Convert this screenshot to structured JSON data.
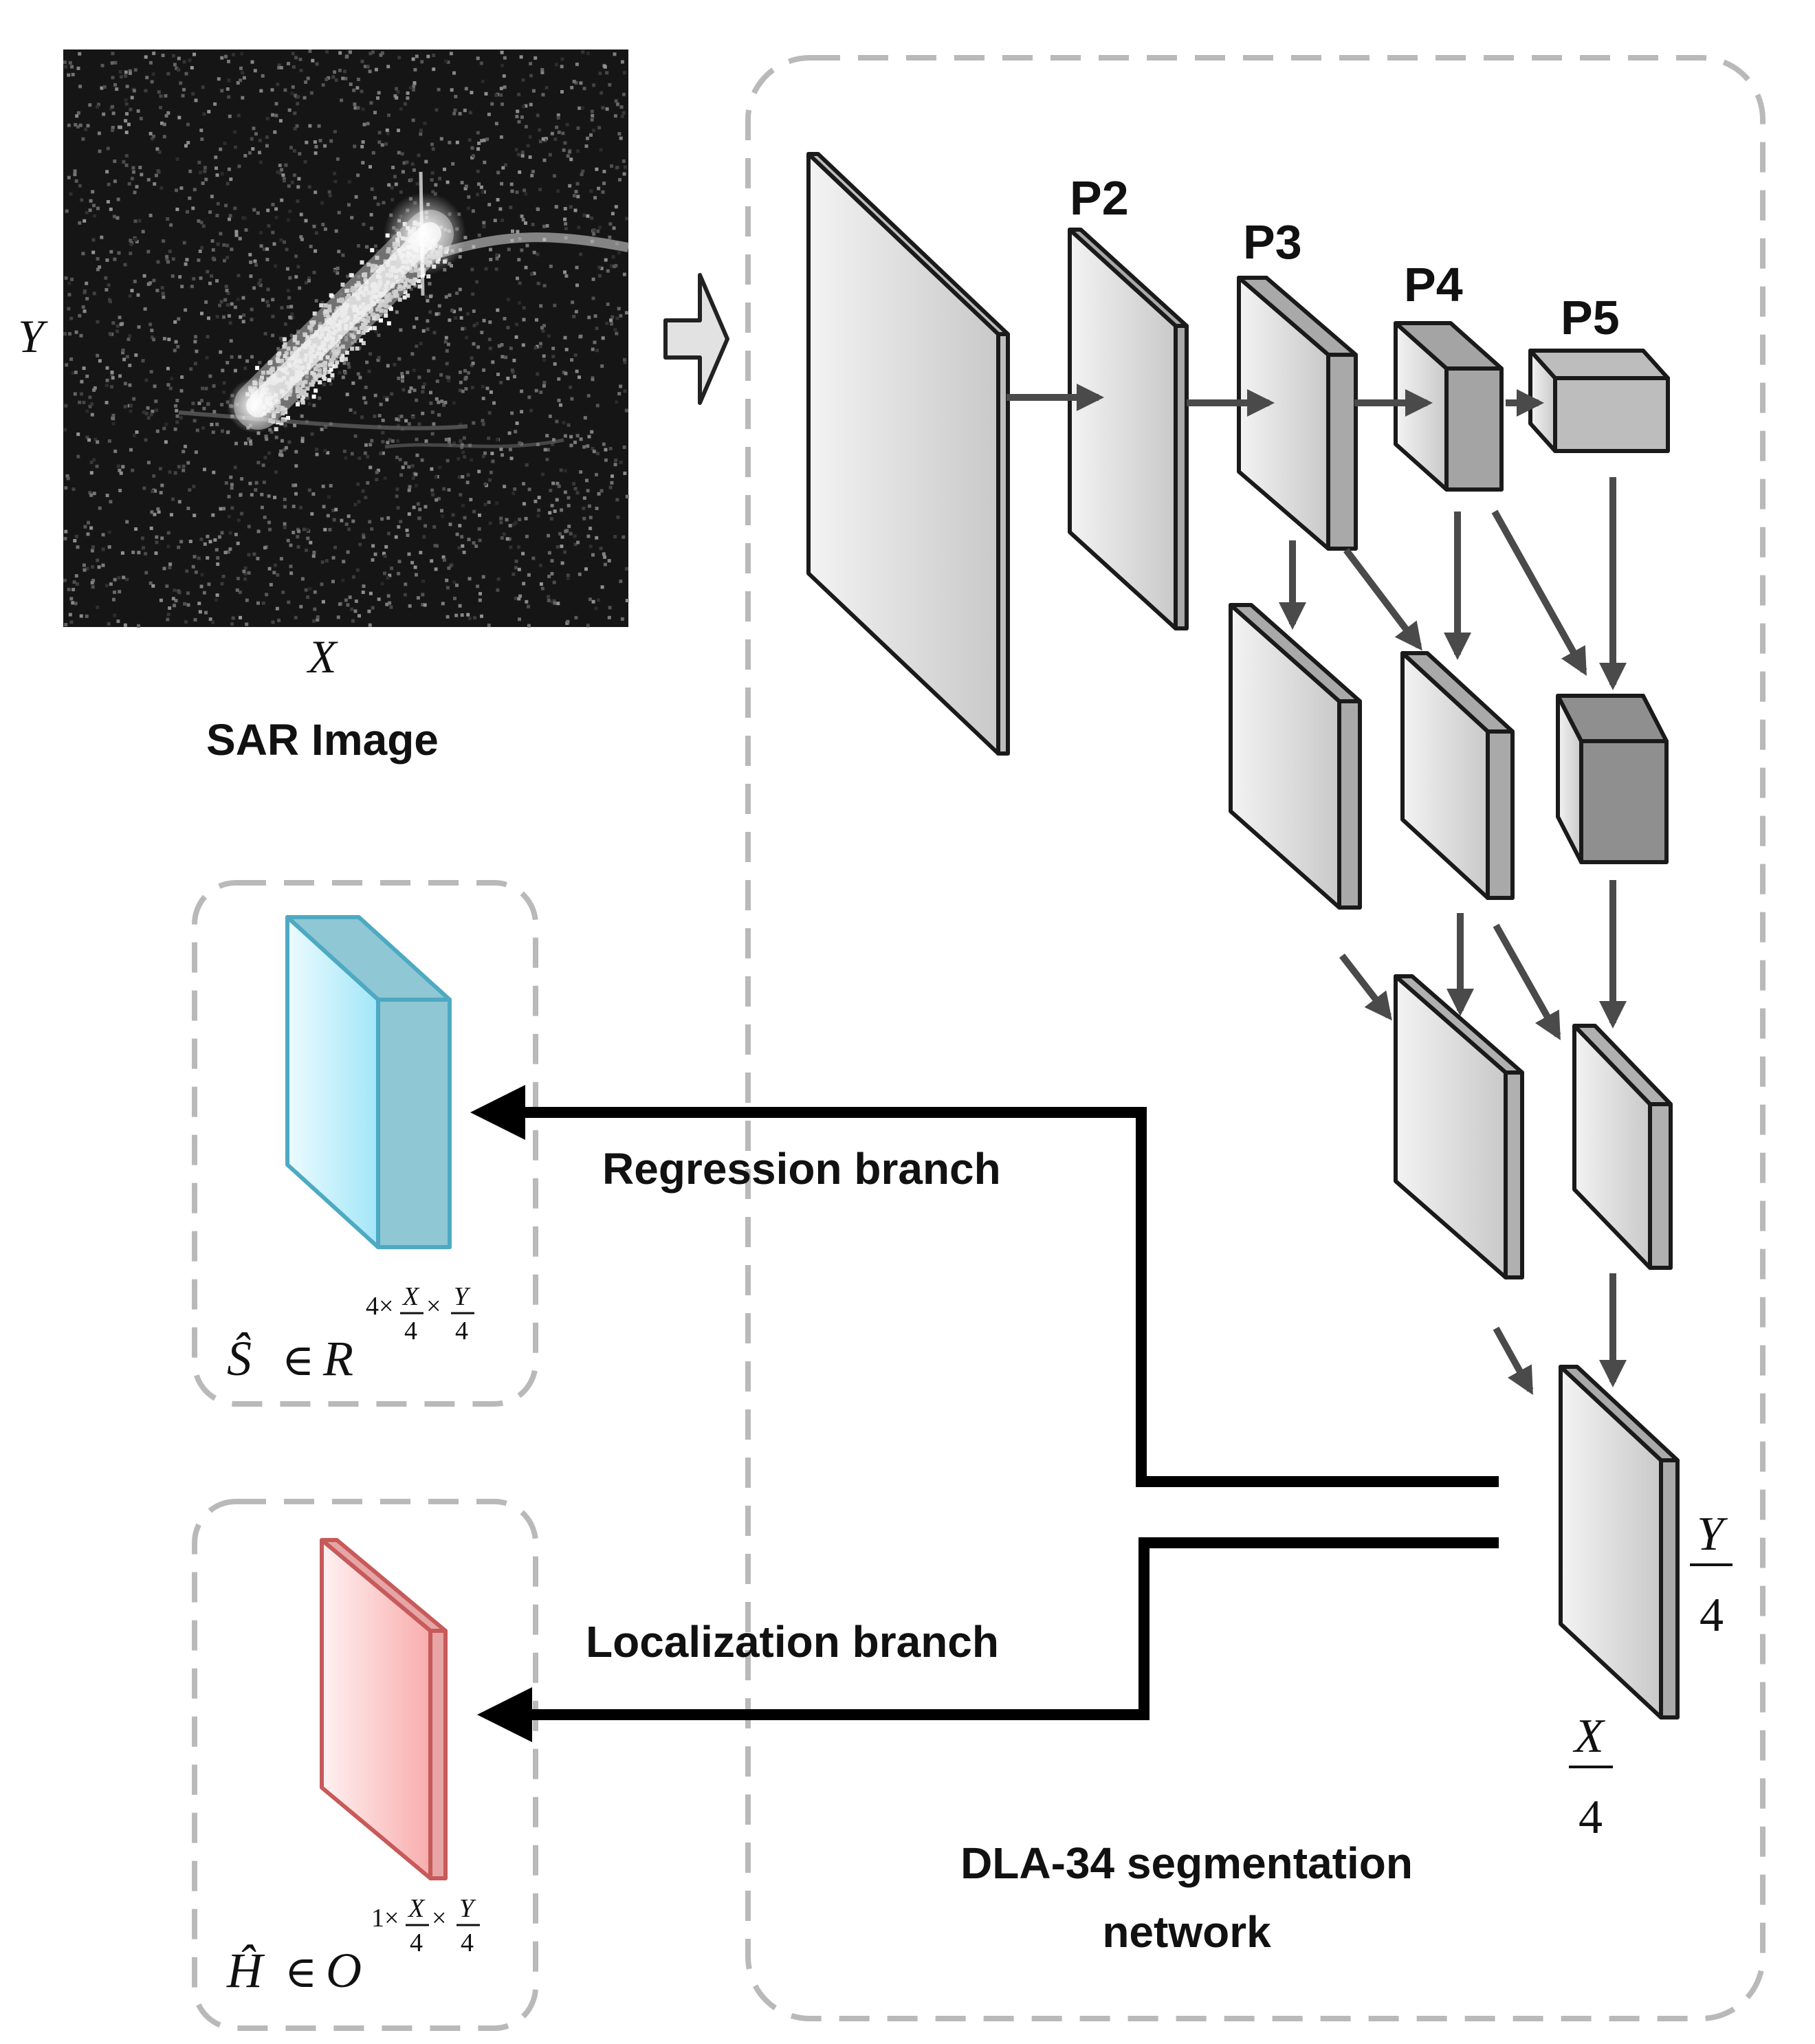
{
  "input": {
    "caption": "SAR Image",
    "axis_x": "X",
    "axis_y": "Y"
  },
  "network": {
    "caption_line1": "DLA-34 segmentation",
    "caption_line2": "network",
    "levels": [
      "P2",
      "P3",
      "P4",
      "P5"
    ],
    "output_height": {
      "num": "Y",
      "den": "4"
    },
    "output_width": {
      "num": "X",
      "den": "4"
    }
  },
  "branches": {
    "regression_label": "Regression branch",
    "localization_label": "Localization branch"
  },
  "outputs": {
    "regression": {
      "symbol": "Ŝ",
      "member": "∈",
      "space": "R",
      "exp_channels": "4×",
      "exp_x_num": "X",
      "exp_x_den": "4",
      "exp_times": "×",
      "exp_y_num": "Y",
      "exp_y_den": "4",
      "color": "#aee9f7"
    },
    "localization": {
      "symbol": "Ĥ",
      "member": "∈",
      "space": "O",
      "exp_channels": "1×",
      "exp_x_num": "X",
      "exp_x_den": "4",
      "exp_times": "×",
      "exp_y_num": "Y",
      "exp_y_den": "4",
      "color": "#fbbcbc"
    }
  },
  "colors": {
    "block_fill": "#dcdcdc",
    "block_edge": "#1a1a1a",
    "arrow": "#4a4a4a",
    "dash": "#b9b9b9"
  }
}
